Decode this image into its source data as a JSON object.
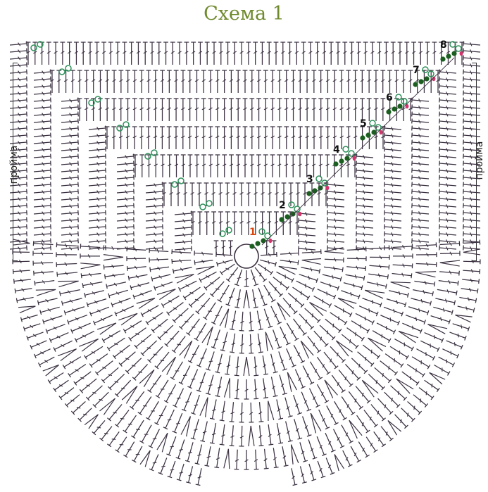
{
  "title": "Схема 1",
  "side_label_left": "пройма",
  "side_label_right": "пройма",
  "row_numbers": [
    "1",
    "2",
    "3",
    "4",
    "5",
    "6",
    "7",
    "8"
  ],
  "colors": {
    "title": "#6f8a2c",
    "stitch": "#3a3040",
    "chain_ring": "#2e8f5a",
    "slip_stitch": "#1b5e20",
    "join_mark": "#d6336c",
    "row_one_number": "#d9480f"
  },
  "symbols": {
    "stitch": "double-crochet",
    "turning_chain": "chain-ring",
    "join": "slip-stitch",
    "start": "magic-ring"
  }
}
